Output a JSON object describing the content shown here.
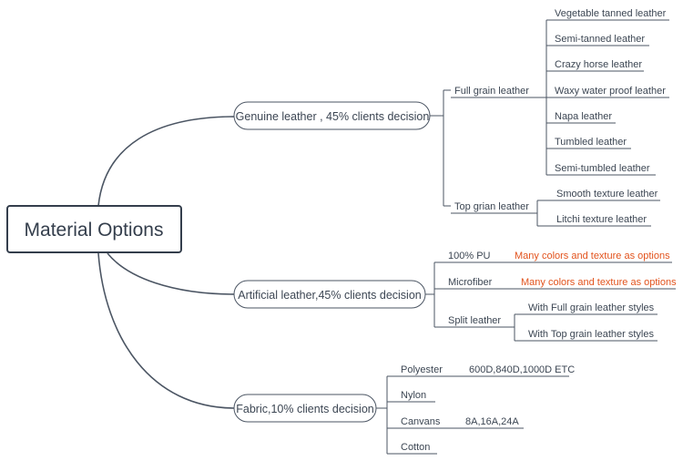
{
  "root": {
    "label": "Material Options"
  },
  "branches": [
    {
      "label": "Genuine leather , 45% clients decision",
      "groups": [
        {
          "label": "Full grain leather",
          "items": [
            "Vegetable tanned leather",
            "Semi-tanned leather",
            "Crazy horse leather",
            "Waxy water proof leather",
            "Napa leather",
            "Tumbled leather",
            "Semi-tumbled leather"
          ]
        },
        {
          "label": "Top grian leather",
          "items": [
            "Smooth texture leather",
            "Litchi texture leather"
          ]
        }
      ]
    },
    {
      "label": "Artificial leather,45% clients decision",
      "groups": [
        {
          "label": "100% PU",
          "note": "Many colors and texture as options"
        },
        {
          "label": "Microfiber",
          "note": "Many colors and texture as options"
        },
        {
          "label": "Split leather",
          "items": [
            "With Full grain leather styles",
            "With Top grain leather styles"
          ]
        }
      ]
    },
    {
      "label": "Fabric,10% clients decision",
      "groups": [
        {
          "label": "Polyester",
          "spec": "600D,840D,1000D ETC"
        },
        {
          "label": "Nylon"
        },
        {
          "label": "Canvans",
          "spec": "8A,16A,24A"
        },
        {
          "label": "Cotton"
        }
      ]
    }
  ],
  "colors": {
    "line": "#4b5563",
    "text": "#3c4653",
    "note": "#e2531d"
  }
}
